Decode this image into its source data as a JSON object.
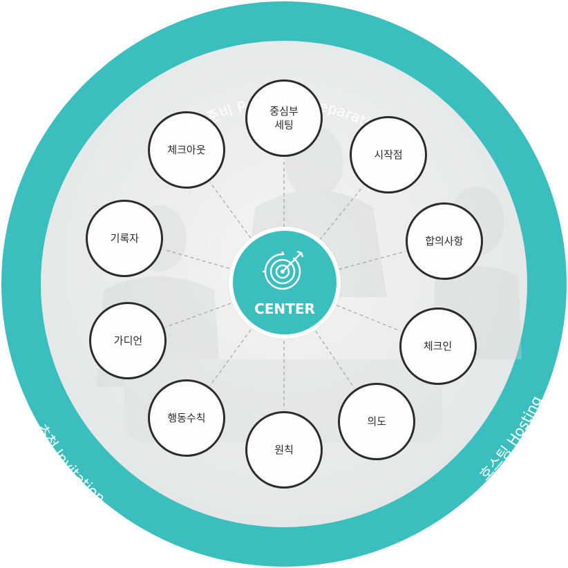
{
  "colors": {
    "ring": "#3bbfbe",
    "center": "#3bbfbe",
    "node_border": "#2b2b2b",
    "connector": "#a8a8a8"
  },
  "ring_labels": {
    "top": "개인준비 Personal Preparation",
    "left": "초청 Invitation",
    "right": "호스팅 Hosting"
  },
  "center": {
    "label": "CENTER",
    "icon": "target-icon"
  },
  "nodes": [
    {
      "id": "central-setting",
      "label": "중심부\n세팅"
    },
    {
      "id": "starting-point",
      "label": "시작점"
    },
    {
      "id": "agreements",
      "label": "합의사항"
    },
    {
      "id": "check-in",
      "label": "체크인"
    },
    {
      "id": "intention",
      "label": "의도"
    },
    {
      "id": "principles",
      "label": "원칙"
    },
    {
      "id": "code-of-conduct",
      "label": "행동수칙"
    },
    {
      "id": "guardian",
      "label": "가디언"
    },
    {
      "id": "recorder",
      "label": "기록자"
    },
    {
      "id": "check-out",
      "label": "체크아웃"
    }
  ]
}
